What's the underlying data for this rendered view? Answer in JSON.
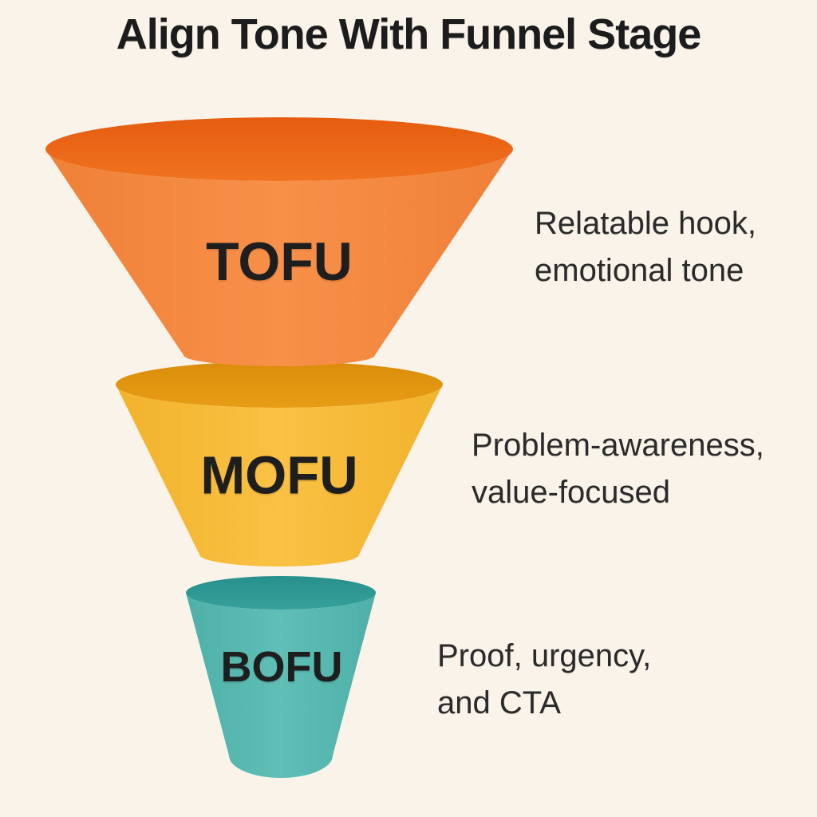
{
  "title": "Align Tone With Funnel Stage",
  "colors": {
    "background": "#F9F3EA",
    "title_text": "#1C1C1C",
    "stage_label_text": "#1E1E1E",
    "description_text": "#2B2B2B"
  },
  "funnel": {
    "stages": [
      {
        "id": "tofu",
        "label": "TOFU",
        "description_line1": "Relatable hook,",
        "description_line2": "emotional tone",
        "rim_color_dark": "#E55C10",
        "rim_color_light": "#F0731F",
        "body_color": "#F89049",
        "body_edge_color": "#EF8038"
      },
      {
        "id": "mofu",
        "label": "MOFU",
        "description_line1": "Problem-awareness,",
        "description_line2": "value-focused",
        "rim_color_dark": "#D98D0A",
        "rim_color_light": "#E89D16",
        "body_color": "#FAC144",
        "body_edge_color": "#F2B32C"
      },
      {
        "id": "bofu",
        "label": "BOFU",
        "description_line1": "Proof, urgency,",
        "description_line2": "and CTA",
        "rim_color_dark": "#27908C",
        "rim_color_light": "#36A09B",
        "body_color": "#5FBFB7",
        "body_edge_color": "#4EB0A8"
      }
    ]
  }
}
